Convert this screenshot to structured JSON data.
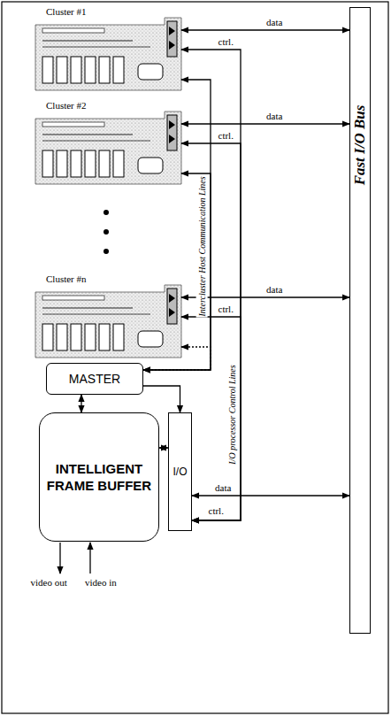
{
  "diagram": {
    "nodes": [
      {
        "text": [
          "Cluster #1"
        ]
      },
      {
        "text": [
          "Cluster #2"
        ]
      },
      {
        "text": [
          "Cluster #n"
        ]
      },
      {
        "text": [
          "Fast I/O Bus"
        ]
      },
      {
        "text": [
          "MASTER"
        ]
      },
      {
        "text": [
          "INTELLIGENT FRAME BUFFER"
        ]
      },
      {
        "text": [
          "I/O"
        ]
      }
    ],
    "edges": [
      {
        "from": 0,
        "to": 3,
        "label": "data",
        "arrow": "both"
      },
      {
        "from": 0,
        "to": 6,
        "label": "ctrl.",
        "arrow": "both"
      },
      {
        "from": 0,
        "to": 4,
        "arrow": "both"
      },
      {
        "from": 1,
        "to": 3,
        "label": "data",
        "arrow": "both"
      },
      {
        "from": 1,
        "to": 6,
        "label": "ctrl.",
        "arrow": "both"
      },
      {
        "from": 1,
        "to": 4,
        "arrow": "both"
      },
      {
        "from": 2,
        "to": 3,
        "label": "data",
        "arrow": "both"
      },
      {
        "from": 2,
        "to": 6,
        "label": "ctrl.",
        "arrow": "both"
      },
      {
        "from": 2,
        "to": 4,
        "arrow": "both"
      },
      {
        "from": 4,
        "to": 5,
        "arrow": "both"
      },
      {
        "from": 4,
        "to": 6,
        "arrow": "to"
      },
      {
        "from": 5,
        "to": 6,
        "arrow": "both"
      },
      {
        "from": 6,
        "to": 3,
        "label": "data",
        "arrow": "both"
      }
    ],
    "labels": [
      "Intercluster Host Communication Lines",
      "I/O processor Control Lines",
      "ctrl.",
      "video out",
      "video in"
    ]
  }
}
